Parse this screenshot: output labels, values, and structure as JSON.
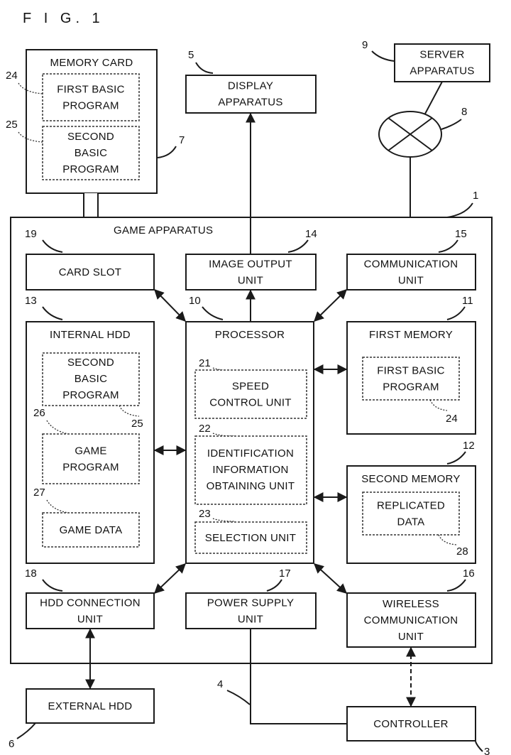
{
  "figure": {
    "label": "F I G. 1"
  },
  "boxes": {
    "memory_card": {
      "title": "MEMORY CARD",
      "ref": "7"
    },
    "mc_first_basic": {
      "lines": [
        "FIRST BASIC",
        "PROGRAM"
      ],
      "ref": "24"
    },
    "mc_second_basic": {
      "lines": [
        "SECOND",
        "BASIC",
        "PROGRAM"
      ],
      "ref": "25"
    },
    "display": {
      "lines": [
        "DISPLAY",
        "APPARATUS"
      ],
      "ref": "5"
    },
    "server": {
      "lines": [
        "SERVER",
        "APPARATUS"
      ],
      "ref": "9"
    },
    "network": {
      "ref": "8"
    },
    "game_apparatus": {
      "title": "GAME APPARATUS",
      "ref": "1"
    },
    "card_slot": {
      "lines": [
        "CARD SLOT"
      ],
      "ref": "19"
    },
    "image_output": {
      "lines": [
        "IMAGE OUTPUT",
        "UNIT"
      ],
      "ref": "14"
    },
    "communication": {
      "lines": [
        "COMMUNICATION",
        "UNIT"
      ],
      "ref": "15"
    },
    "internal_hdd": {
      "title": "INTERNAL HDD",
      "ref": "13"
    },
    "hdd_second_basic": {
      "lines": [
        "SECOND",
        "BASIC",
        "PROGRAM"
      ],
      "ref": "25"
    },
    "game_program": {
      "lines": [
        "GAME",
        "PROGRAM"
      ],
      "ref": "26"
    },
    "game_data": {
      "lines": [
        "GAME DATA"
      ],
      "ref": "27"
    },
    "processor": {
      "title": "PROCESSOR",
      "ref": "10"
    },
    "speed_control": {
      "lines": [
        "SPEED",
        "CONTROL UNIT"
      ],
      "ref": "21"
    },
    "id_info": {
      "lines": [
        "IDENTIFICATION",
        "INFORMATION",
        "OBTAINING UNIT"
      ],
      "ref": "22"
    },
    "selection": {
      "lines": [
        "SELECTION UNIT"
      ],
      "ref": "23"
    },
    "first_memory": {
      "title": "FIRST MEMORY",
      "ref": "11"
    },
    "fm_first_basic": {
      "lines": [
        "FIRST BASIC",
        "PROGRAM"
      ],
      "ref": "24"
    },
    "second_memory": {
      "title": "SECOND MEMORY",
      "ref": "12"
    },
    "replicated": {
      "lines": [
        "REPLICATED",
        "DATA"
      ],
      "ref": "28"
    },
    "hdd_connection": {
      "lines": [
        "HDD CONNECTION",
        "UNIT"
      ],
      "ref": "18"
    },
    "power_supply": {
      "lines": [
        "POWER SUPPLY",
        "UNIT"
      ],
      "ref": "17"
    },
    "wireless": {
      "lines": [
        "WIRELESS",
        "COMMUNICATION",
        "UNIT"
      ],
      "ref": "16"
    },
    "external_hdd": {
      "lines": [
        "EXTERNAL HDD"
      ],
      "ref": "6"
    },
    "controller": {
      "lines": [
        "CONTROLLER"
      ],
      "ref": "3"
    },
    "power_line": {
      "ref": "4"
    }
  }
}
